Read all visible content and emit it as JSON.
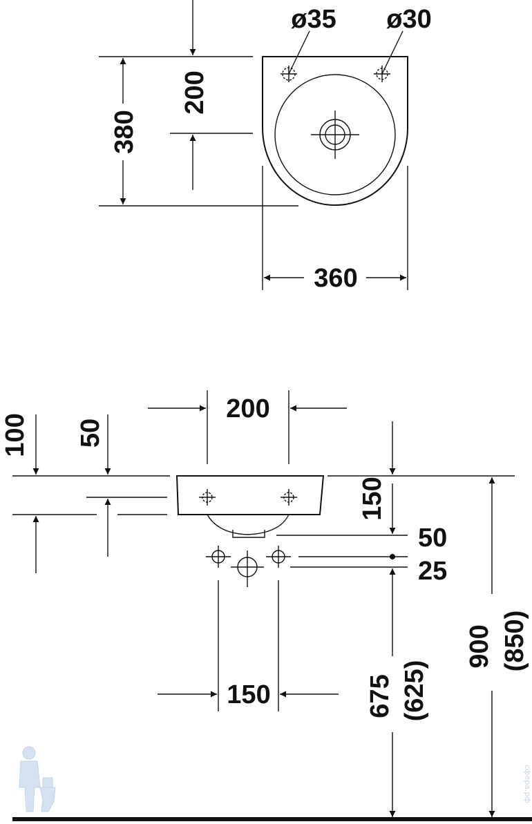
{
  "top_view": {
    "hole_left": "ø35",
    "hole_right": "ø30",
    "depth_total": "380",
    "depth_center": "200",
    "width": "360"
  },
  "side_view": {
    "hole_spacing_top": "200",
    "rim_offset_100": "100",
    "rim_offset_50": "50",
    "drop_150": "150",
    "drain_50": "50",
    "drain_25": "25",
    "supply_spacing": "150",
    "waste_height": "675",
    "waste_height_alt": "(625)",
    "rim_height": "900",
    "rim_height_alt": "(850)"
  },
  "watermark": "сфера.рф",
  "colors": {
    "line": "#111111",
    "watermark": "#c9d6e6"
  }
}
